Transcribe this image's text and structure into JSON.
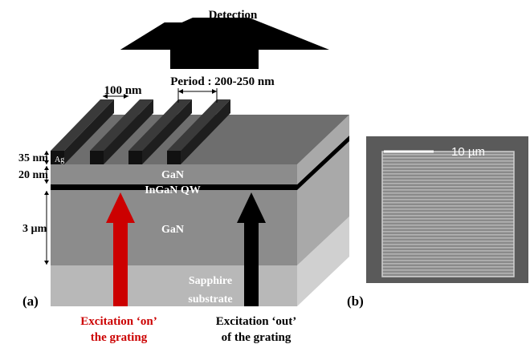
{
  "panel_a": {
    "label": "(a)",
    "detection": "Detection",
    "period": "Period : 200-250 nm",
    "width_label": "100 nm",
    "ag_label": "Ag",
    "thickness_35": "35 nm",
    "thickness_20": "20 nm",
    "thickness_3um": "3 µm",
    "layer_gan_top": "GaN",
    "layer_qw": "InGaN QW",
    "layer_gan_bulk": "GaN",
    "substrate_line1": "Sapphire",
    "substrate_line2": "substrate",
    "excitation_on_line1": "Excitation ‘on’",
    "excitation_on_line2": "the grating",
    "excitation_out_line1": "Excitation ‘out’",
    "excitation_out_line2": "of the grating",
    "colors": {
      "excitation_on": "#cc0000",
      "excitation_out": "#000000",
      "gan_front": "#8c8c8c",
      "sapphire_front": "#b8b8b8",
      "grating": "#111111"
    }
  },
  "panel_b": {
    "label": "(b)",
    "scale_bar": "10 µm"
  }
}
